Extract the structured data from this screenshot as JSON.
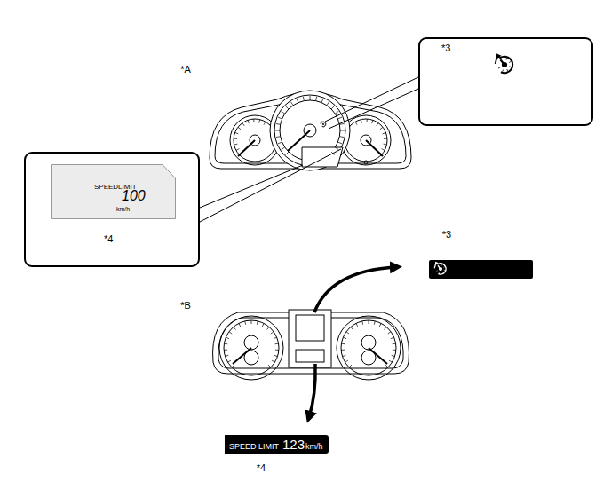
{
  "diagram": {
    "nodes": [
      {
        "text": [
          "*3"
        ]
      },
      {
        "text": [
          "*4"
        ]
      },
      {
        "text": [
          "SPEEDLIMIT",
          "100",
          "km/h"
        ],
        "in": 1
      },
      {
        "text": [
          "SPEED LIMIT",
          "123",
          "km/h"
        ]
      }
    ],
    "labels": [
      "*A",
      "*B",
      "*3",
      "*4"
    ]
  }
}
